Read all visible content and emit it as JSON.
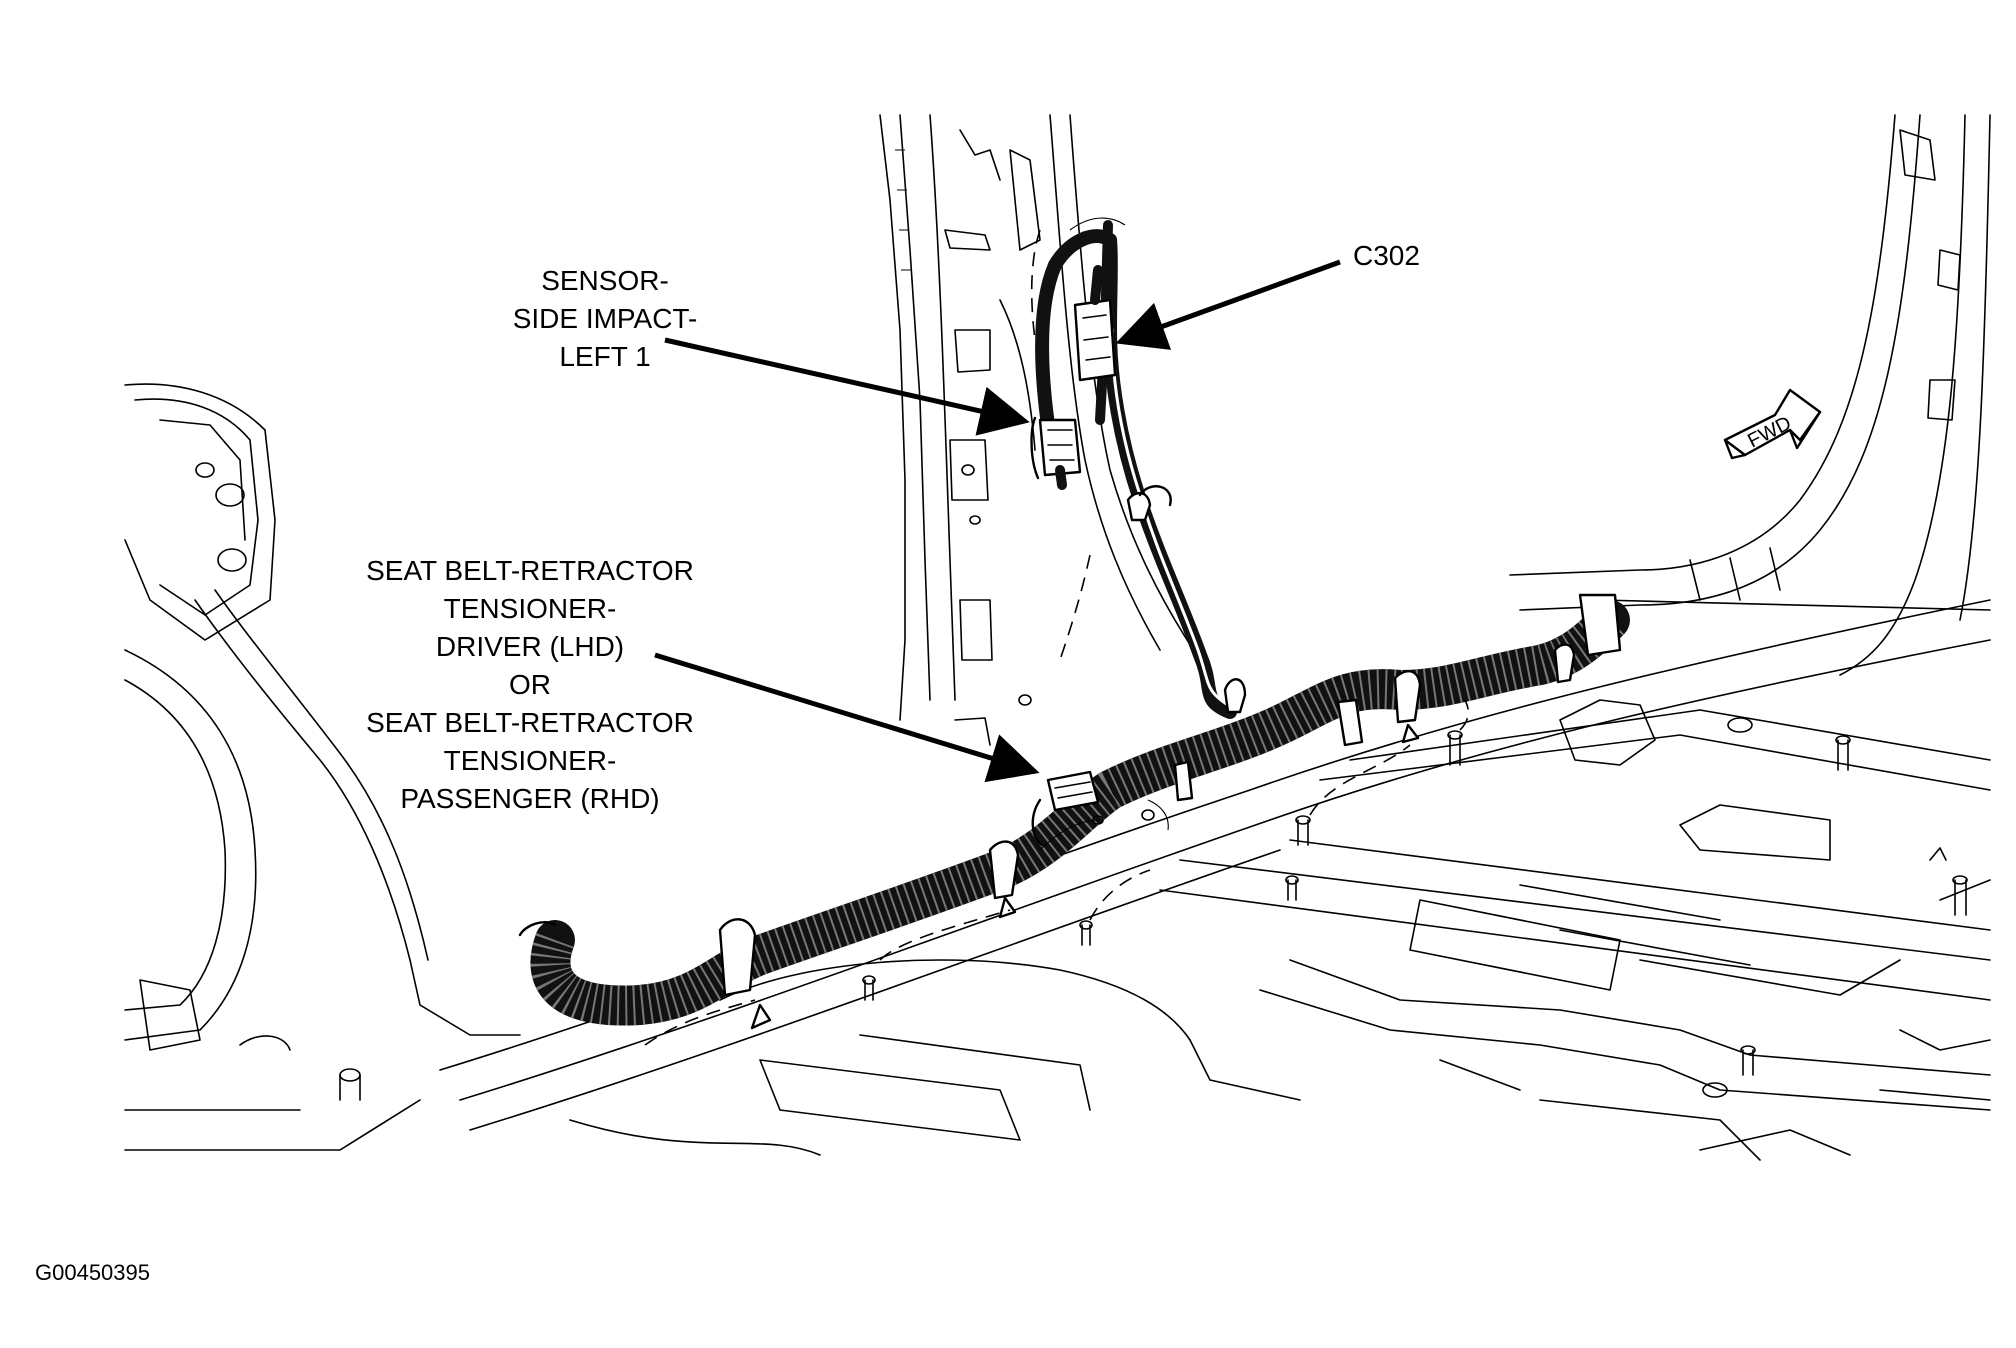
{
  "callouts": {
    "sensor": [
      "SENSOR-",
      "SIDE IMPACT-",
      "LEFT 1"
    ],
    "connector": "C302",
    "tensioner": [
      "SEAT BELT-RETRACTOR",
      "TENSIONER-",
      "DRIVER (LHD)",
      "OR",
      "SEAT BELT-RETRACTOR",
      "TENSIONER-",
      "PASSENGER (RHD)"
    ]
  },
  "direction_arrow": {
    "label": "FWD"
  },
  "figure_id": "G00450395",
  "colors": {
    "ink": "#000000",
    "harness": "#111111",
    "background": "#ffffff"
  }
}
